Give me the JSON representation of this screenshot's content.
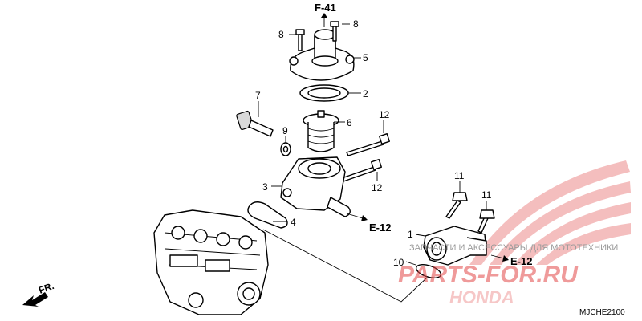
{
  "refs": {
    "top": "F-41",
    "right_mid": "E-12",
    "right_low": "E-12"
  },
  "callouts": [
    {
      "id": "c8a",
      "text": "8"
    },
    {
      "id": "c8b",
      "text": "8"
    },
    {
      "id": "c5",
      "text": "5"
    },
    {
      "id": "c2",
      "text": "2"
    },
    {
      "id": "c7",
      "text": "7"
    },
    {
      "id": "c6",
      "text": "6"
    },
    {
      "id": "c9",
      "text": "9"
    },
    {
      "id": "c12a",
      "text": "12"
    },
    {
      "id": "c3",
      "text": "3"
    },
    {
      "id": "c12b",
      "text": "12"
    },
    {
      "id": "c4",
      "text": "4"
    },
    {
      "id": "c11a",
      "text": "11"
    },
    {
      "id": "c11b",
      "text": "11"
    },
    {
      "id": "c1",
      "text": "1"
    },
    {
      "id": "c10",
      "text": "10"
    }
  ],
  "front_marker": "FR.",
  "diagram_code": "MJCHE2100",
  "watermark": {
    "caption": "ЗАПЧАСТИ И АКСЕССУАРЫ ДЛЯ МОТОТЕХНИКИ",
    "site": "PARTS-FOR.RU",
    "logo_text": "HONDA"
  },
  "colors": {
    "line": "#000000",
    "watermark_red": "#e24848",
    "watermark_gray": "#9a9a9a"
  }
}
